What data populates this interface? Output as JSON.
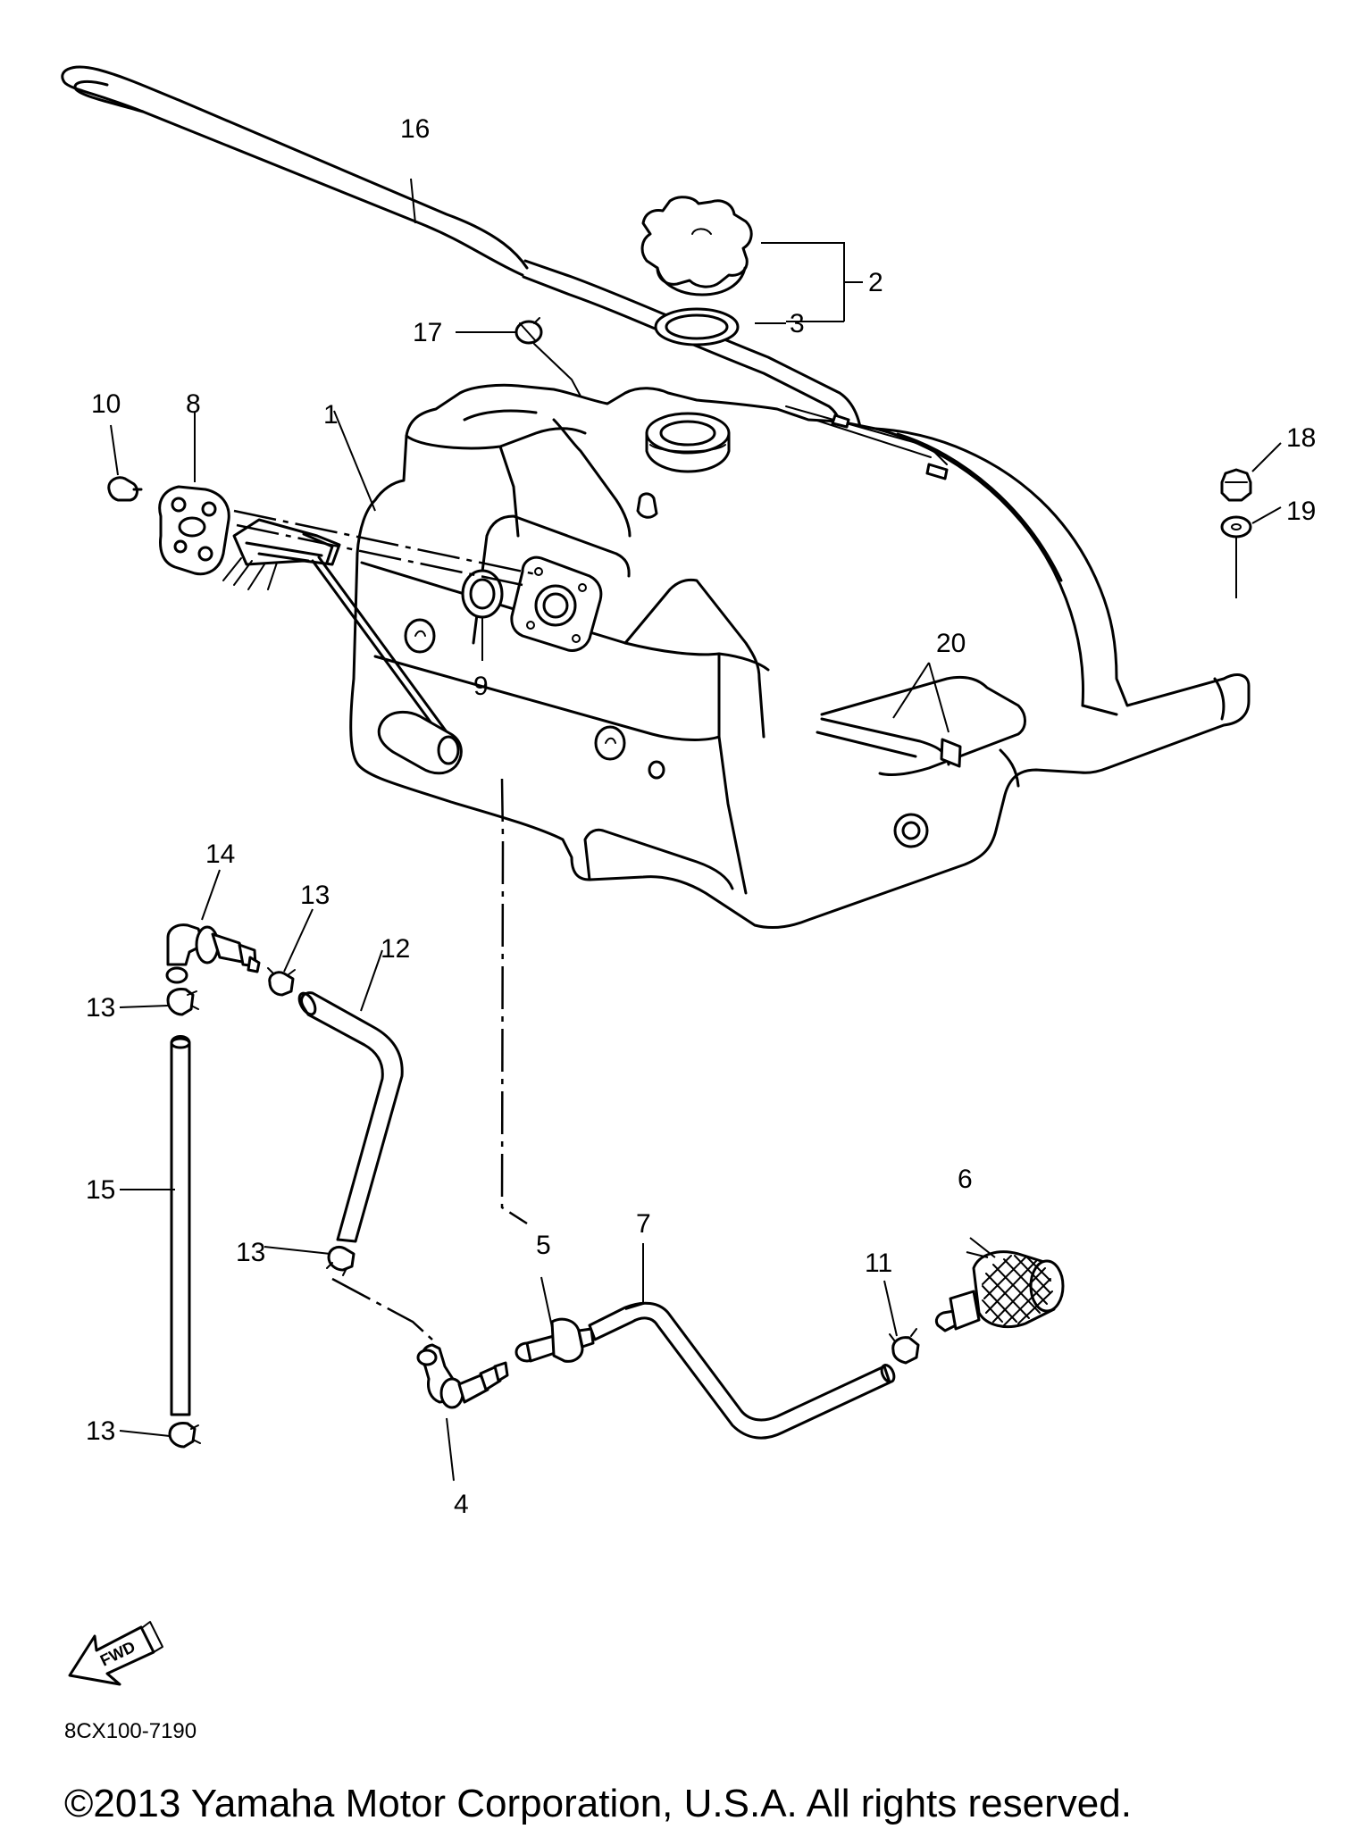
{
  "callouts": {
    "c1": "1",
    "c2": "2",
    "c3": "3",
    "c4": "4",
    "c5": "5",
    "c6": "6",
    "c7": "7",
    "c8": "8",
    "c9": "9",
    "c10": "10",
    "c11": "11",
    "c12": "12",
    "c13a": "13",
    "c13b": "13",
    "c13c": "13",
    "c13d": "13",
    "c14": "14",
    "c15": "15",
    "c16": "16",
    "c17": "17",
    "c18": "18",
    "c19": "19",
    "c20": "20"
  },
  "direction_arrow": "FWD",
  "diagram_code": "8CX100-7190",
  "copyright": "©2013 Yamaha Motor Corporation, U.S.A. All rights reserved."
}
